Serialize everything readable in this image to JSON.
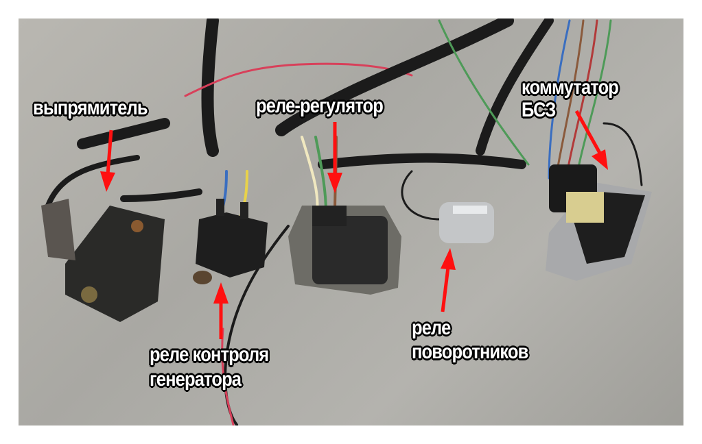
{
  "labels": {
    "rectifier": "выпрямитель",
    "regulator_relay": "реле-регулятор",
    "switch_line1": "коммутатор",
    "switch_line2": "БСЗ",
    "generator_relay_line1": "реле контроля",
    "generator_relay_line2": "генератора",
    "turn_relay_line1": "реле",
    "turn_relay_line2": "поворотников"
  },
  "colors": {
    "arrow": "#ff1010",
    "wire_black": "#1b1b1b",
    "wire_red": "#d8405a"
  }
}
